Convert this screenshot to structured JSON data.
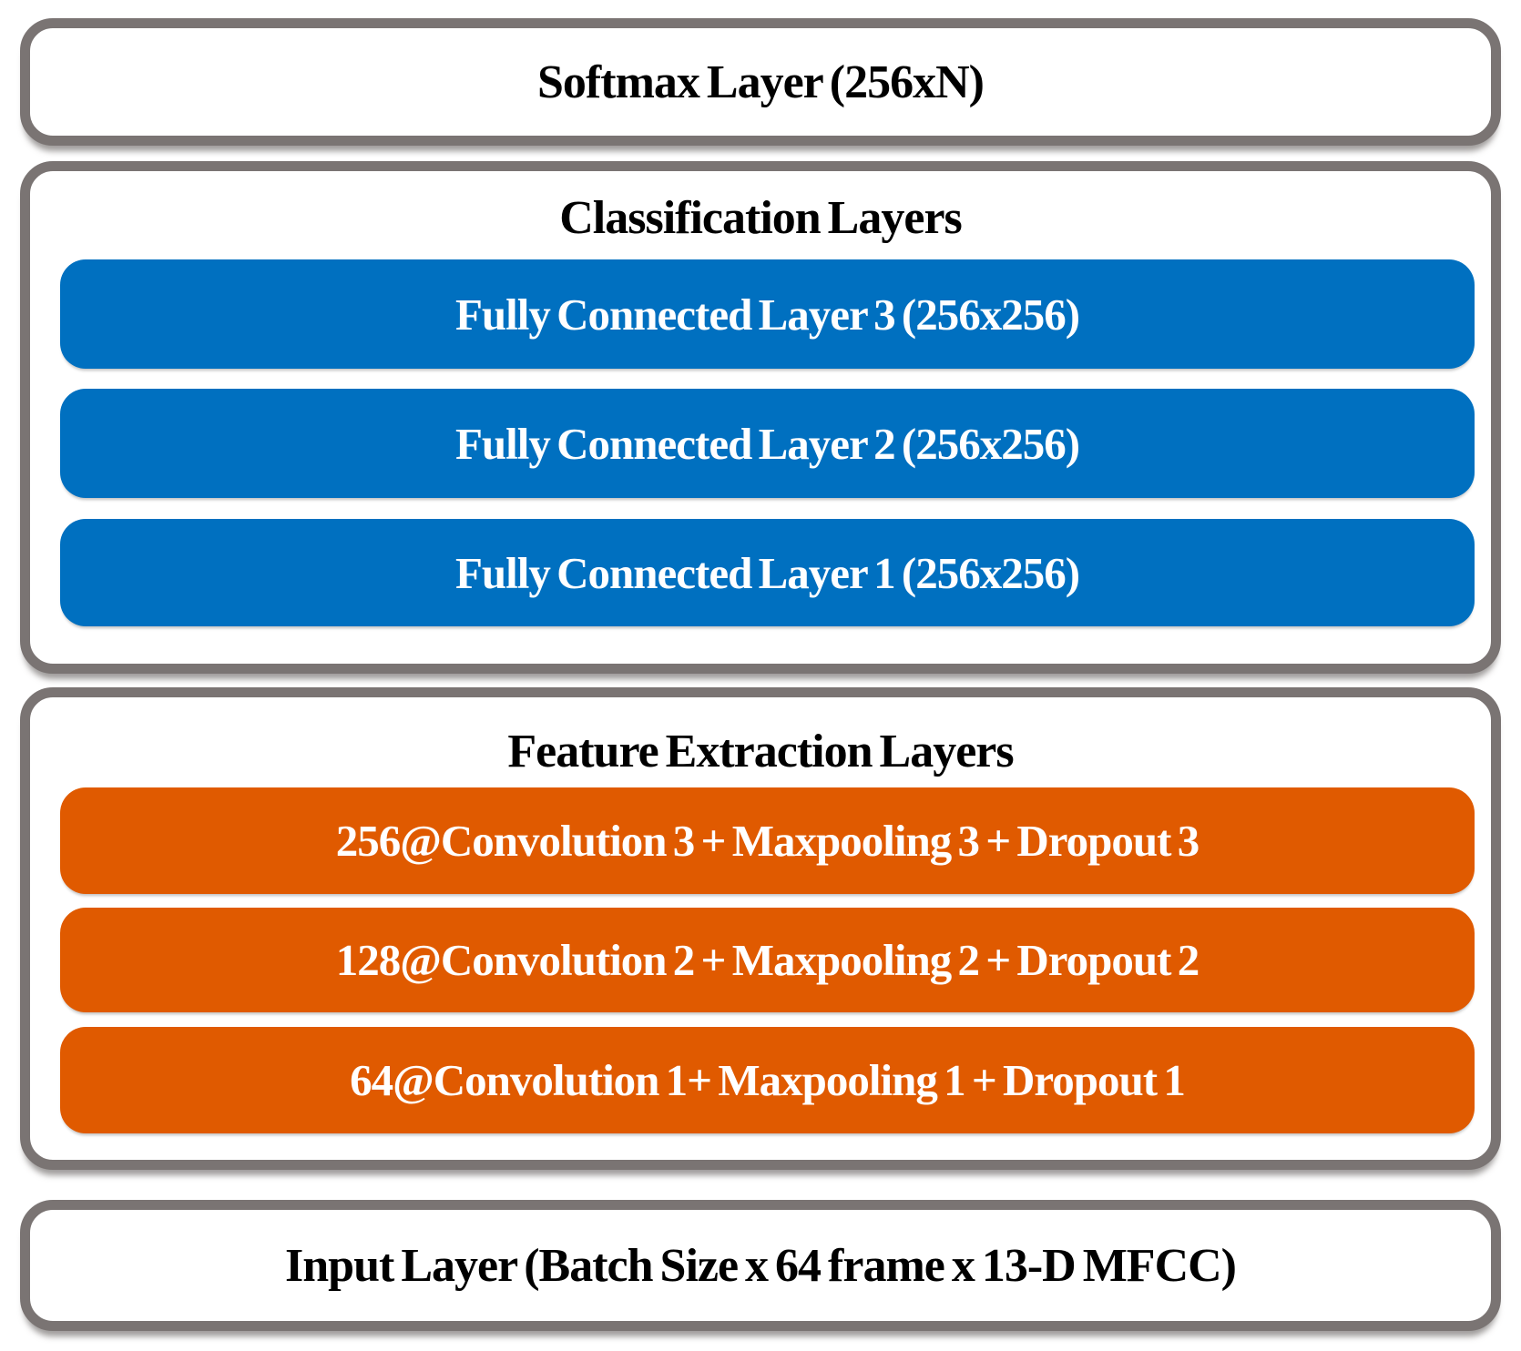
{
  "diagram": {
    "softmax": {
      "label": "Softmax Layer (256xN)"
    },
    "classification": {
      "title": "Classification Layers",
      "layers": [
        "Fully Connected Layer 3 (256x256)",
        "Fully Connected Layer 2 (256x256)",
        "Fully Connected Layer 1 (256x256)"
      ]
    },
    "feature_extraction": {
      "title": "Feature Extraction Layers",
      "layers": [
        "256@Convolution 3 + Maxpooling 3 + Dropout 3",
        "128@Convolution 2 + Maxpooling 2 + Dropout 2",
        "64@Convolution 1+ Maxpooling 1 + Dropout 1"
      ]
    },
    "input": {
      "label": "Input Layer (Batch Size x 64 frame x 13-D MFCC)"
    },
    "colors": {
      "fully_connected_blue": "#0070C0",
      "convolution_orange": "#E05A00",
      "container_border_gray": "#7A7473",
      "bar_text": "#FFFFFF",
      "label_text": "#000000"
    }
  }
}
